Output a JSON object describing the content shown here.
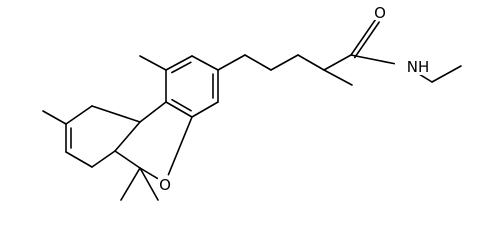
{
  "molecule": {
    "atoms": [
      {
        "id": "a1",
        "name": "ring-a-top-methyl-carbon"
      },
      {
        "id": "a2",
        "name": "ring-a-c1"
      },
      {
        "id": "a3",
        "name": "ring-a-c2"
      },
      {
        "id": "a4",
        "name": "ring-a-c3"
      },
      {
        "id": "a5",
        "name": "ring-a-c4"
      },
      {
        "id": "a6",
        "name": "ring-a-c4a"
      },
      {
        "id": "a7",
        "name": "ring-a-c10b"
      },
      {
        "id": "a8",
        "name": "pyran-oxygen",
        "label": "O"
      },
      {
        "id": "a9",
        "name": "gem-dimethyl-carbon"
      },
      {
        "id": "a10",
        "name": "gem-methyl-1"
      },
      {
        "id": "a11",
        "name": "gem-methyl-2"
      },
      {
        "id": "a12",
        "name": "ring-c-c6a"
      },
      {
        "id": "a13",
        "name": "ring-c-c10a"
      },
      {
        "id": "a14",
        "name": "ring-c-c7"
      },
      {
        "id": "a15",
        "name": "ring-c-c8"
      },
      {
        "id": "a16",
        "name": "ring-c-c9"
      },
      {
        "id": "a17",
        "name": "ring-c-c10"
      },
      {
        "id": "a18",
        "name": "ring-c-methyl"
      },
      {
        "id": "a19",
        "name": "chain-c1"
      },
      {
        "id": "a20",
        "name": "chain-c2"
      },
      {
        "id": "a21",
        "name": "chain-c3"
      },
      {
        "id": "a22",
        "name": "chain-c4"
      },
      {
        "id": "a23",
        "name": "chain-methyl"
      },
      {
        "id": "a24",
        "name": "carbonyl-carbon"
      },
      {
        "id": "a25",
        "name": "carbonyl-oxygen",
        "label": "O"
      },
      {
        "id": "a26",
        "name": "amide-nitrogen",
        "label": "NH"
      },
      {
        "id": "a27",
        "name": "ethyl-c1"
      },
      {
        "id": "a28",
        "name": "ethyl-c2"
      }
    ],
    "bonds": [
      {
        "a": "a1",
        "b": "a2",
        "order": 1
      },
      {
        "a": "a2",
        "b": "a3",
        "order": 2
      },
      {
        "a": "a3",
        "b": "a4",
        "order": 1
      },
      {
        "a": "a4",
        "b": "a5",
        "order": 2
      },
      {
        "a": "a5",
        "b": "a6",
        "order": 1
      },
      {
        "a": "a6",
        "b": "a7",
        "order": 2
      },
      {
        "a": "a7",
        "b": "a2",
        "order": 1
      },
      {
        "a": "a6",
        "b": "a8",
        "order": 1
      },
      {
        "a": "a8",
        "b": "a9",
        "order": 1
      },
      {
        "a": "a9",
        "b": "a10",
        "order": 1
      },
      {
        "a": "a9",
        "b": "a11",
        "order": 1
      },
      {
        "a": "a9",
        "b": "a12",
        "order": 1
      },
      {
        "a": "a12",
        "b": "a13",
        "order": 1
      },
      {
        "a": "a13",
        "b": "a7",
        "order": 1
      },
      {
        "a": "a12",
        "b": "a14",
        "order": 1
      },
      {
        "a": "a14",
        "b": "a15",
        "order": 1
      },
      {
        "a": "a15",
        "b": "a16",
        "order": 2
      },
      {
        "a": "a16",
        "b": "a17",
        "order": 1
      },
      {
        "a": "a17",
        "b": "a13",
        "order": 1
      },
      {
        "a": "a16",
        "b": "a18",
        "order": 1
      },
      {
        "a": "a4",
        "b": "a19",
        "order": 1
      },
      {
        "a": "a19",
        "b": "a20",
        "order": 1
      },
      {
        "a": "a20",
        "b": "a21",
        "order": 1
      },
      {
        "a": "a21",
        "b": "a22",
        "order": 1
      },
      {
        "a": "a22",
        "b": "a23",
        "order": 1
      },
      {
        "a": "a22",
        "b": "a24",
        "order": 1
      },
      {
        "a": "a24",
        "b": "a25",
        "order": 2
      },
      {
        "a": "a24",
        "b": "a26",
        "order": 1
      },
      {
        "a": "a26",
        "b": "a27",
        "order": 1
      },
      {
        "a": "a27",
        "b": "a28",
        "order": 1
      }
    ]
  }
}
